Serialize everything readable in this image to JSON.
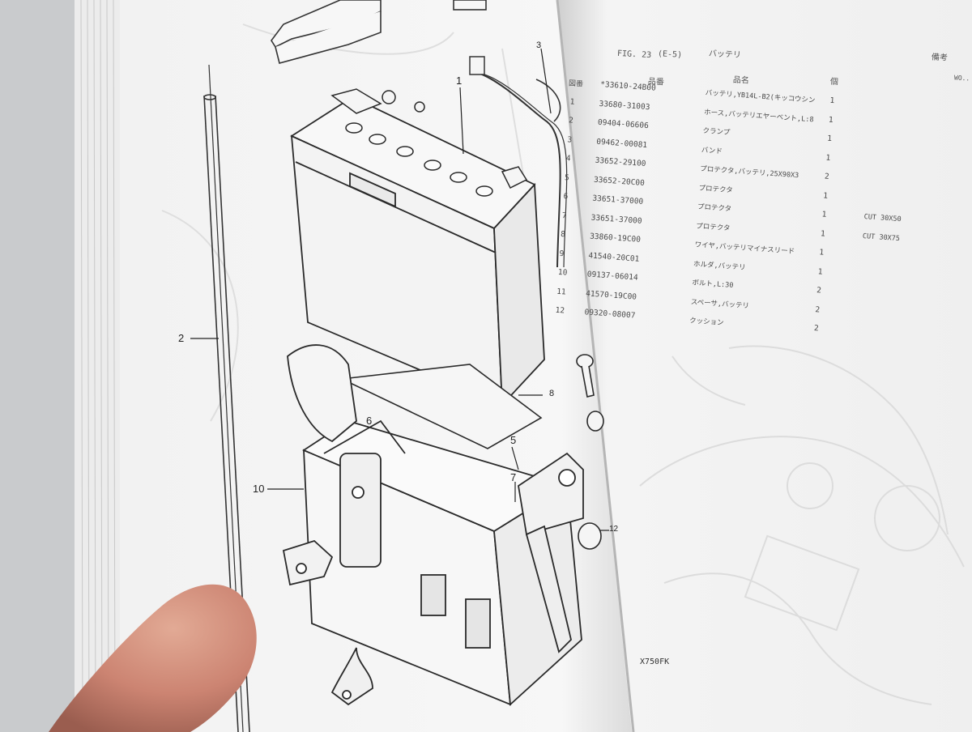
{
  "header": {
    "fig": "FIG. 23",
    "fig_sub": "(E-5)",
    "fig_title": "バッテリ",
    "col_ref": "図番",
    "col_part": "品番",
    "col_name": "品名",
    "col_qty": "個",
    "col_remarks": "備考",
    "right_small": "WO.."
  },
  "parts": [
    {
      "no": "",
      "part": "*33610-24B00",
      "desc": "バッテリ,YB14L-B2(キッコウシン",
      "qty": "1",
      "remarks": ""
    },
    {
      "no": "1",
      "part": "33680-31003",
      "desc": "ホース,バッテリエヤーベント,L:8",
      "qty": "1",
      "remarks": ""
    },
    {
      "no": "2",
      "part": "09404-06606",
      "desc": "クランプ",
      "qty": "1",
      "remarks": ""
    },
    {
      "no": "3",
      "part": "09462-00081",
      "desc": "バンド",
      "qty": "1",
      "remarks": ""
    },
    {
      "no": "4",
      "part": "33652-29100",
      "desc": "プロテクタ,バッテリ,25X90X3",
      "qty": "2",
      "remarks": ""
    },
    {
      "no": "5",
      "part": "33652-20C00",
      "desc": "プロテクタ",
      "qty": "1",
      "remarks": ""
    },
    {
      "no": "6",
      "part": "33651-37000",
      "desc": "プロテクタ",
      "qty": "1",
      "remarks": "CUT 30X50"
    },
    {
      "no": "7",
      "part": "33651-37000",
      "desc": "プロテクタ",
      "qty": "1",
      "remarks": "CUT 30X75"
    },
    {
      "no": "8",
      "part": "33860-19C00",
      "desc": "ワイヤ,バッテリマイナスリード",
      "qty": "1",
      "remarks": ""
    },
    {
      "no": "9",
      "part": "41540-20C01",
      "desc": "ホルダ,バッテリ",
      "qty": "1",
      "remarks": ""
    },
    {
      "no": "10",
      "part": "09137-06014",
      "desc": "ボルト,L:30",
      "qty": "2",
      "remarks": ""
    },
    {
      "no": "11",
      "part": "41570-19C00",
      "desc": "スペーサ,バッテリ",
      "qty": "2",
      "remarks": ""
    },
    {
      "no": "12",
      "part": "09320-08007",
      "desc": "クッション",
      "qty": "2",
      "remarks": ""
    }
  ],
  "model": "X750FK",
  "callouts": [
    "1",
    "2",
    "3",
    "5",
    "6",
    "7",
    "8",
    "10",
    "12"
  ]
}
